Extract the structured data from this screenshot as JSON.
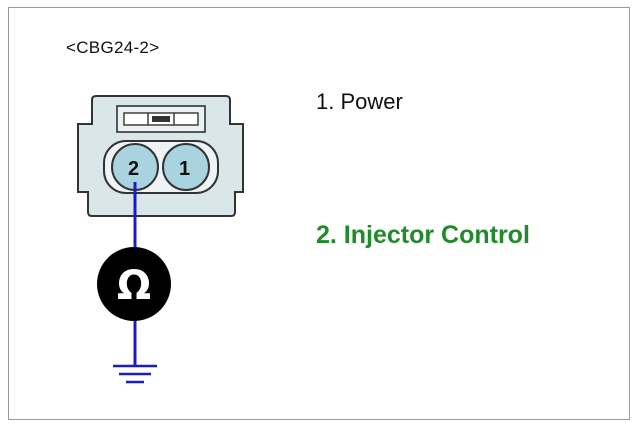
{
  "diagram": {
    "connector_id": "<CBG24-2>",
    "pins": [
      {
        "number": "1",
        "label": "1. Power"
      },
      {
        "number": "2",
        "label": "2. Injector Control"
      }
    ],
    "meter_symbol": "Ω",
    "icons": [
      "connector-icon",
      "ohmmeter-icon",
      "ground-icon"
    ],
    "colors": {
      "highlight_label": "#1f8c2a",
      "wire": "#1c1cc4",
      "pin_fill": "#a9d3df",
      "connector_fill": "#d9e6ea",
      "meter_fill": "#000000"
    }
  }
}
